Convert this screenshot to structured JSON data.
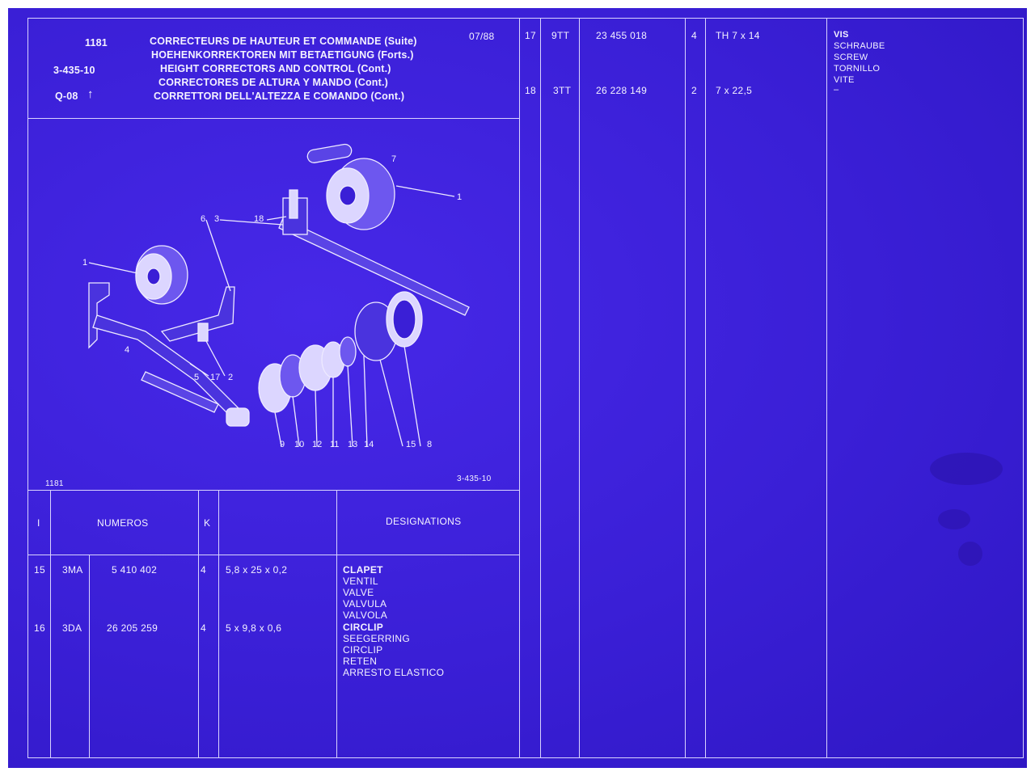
{
  "header": {
    "ref": "1181",
    "section": "3-435-10",
    "group": "Q-08",
    "date": "07/88",
    "titles": [
      "CORRECTEURS DE HAUTEUR ET COMMANDE (Suite)",
      "HOEHENKORREKTOREN MIT BETAETIGUNG (Forts.)",
      "HEIGHT CORRECTORS AND CONTROL (Cont.)",
      "CORRECTORES DE ALTURA Y MANDO (Cont.)",
      "CORRETTORI DELL'ALTEZZA E COMANDO (Cont.)"
    ]
  },
  "figure": {
    "ref_left": "1181",
    "ref_right": "3-435-10",
    "callouts": [
      "1",
      "7",
      "1",
      "6",
      "3",
      "18",
      "4",
      "5",
      "17",
      "2",
      "9",
      "10",
      "12",
      "11",
      "13",
      "14",
      "15",
      "8"
    ]
  },
  "table": {
    "col_i": "I",
    "col_numeros": "NUMEROS",
    "col_k": "K",
    "col_designations": "DESIGNATIONS"
  },
  "parts": [
    {
      "pos": "15",
      "code": "3MA",
      "number": "5 410 402",
      "qty": "4",
      "dim": "5,8 x 25 x 0,2",
      "designations": [
        "CLAPET",
        "VENTIL",
        "VALVE",
        "VALVULA",
        "VALVOLA"
      ]
    },
    {
      "pos": "16",
      "code": "3DA",
      "number": "26 205 259",
      "qty": "4",
      "dim": "5 x 9,8 x 0,6",
      "designations": [
        "CIRCLIP",
        "SEEGERRING",
        "CIRCLIP",
        "RETEN",
        "ARRESTO ELASTICO"
      ]
    },
    {
      "pos": "17",
      "code": "9TT",
      "number": "23 455 018",
      "qty": "4",
      "dim": "TH 7 x 14",
      "designations": [
        "VIS",
        "SCHRAUBE",
        "SCREW",
        "TORNILLO",
        "VITE"
      ]
    },
    {
      "pos": "18",
      "code": "3TT",
      "number": "26 228 149",
      "qty": "2",
      "dim": "7 x 22,5",
      "designations": [
        "–"
      ]
    }
  ],
  "colors": {
    "background": "#3a1fd6",
    "ink": "#f4f2ff",
    "rule": "#d9d3ff"
  }
}
